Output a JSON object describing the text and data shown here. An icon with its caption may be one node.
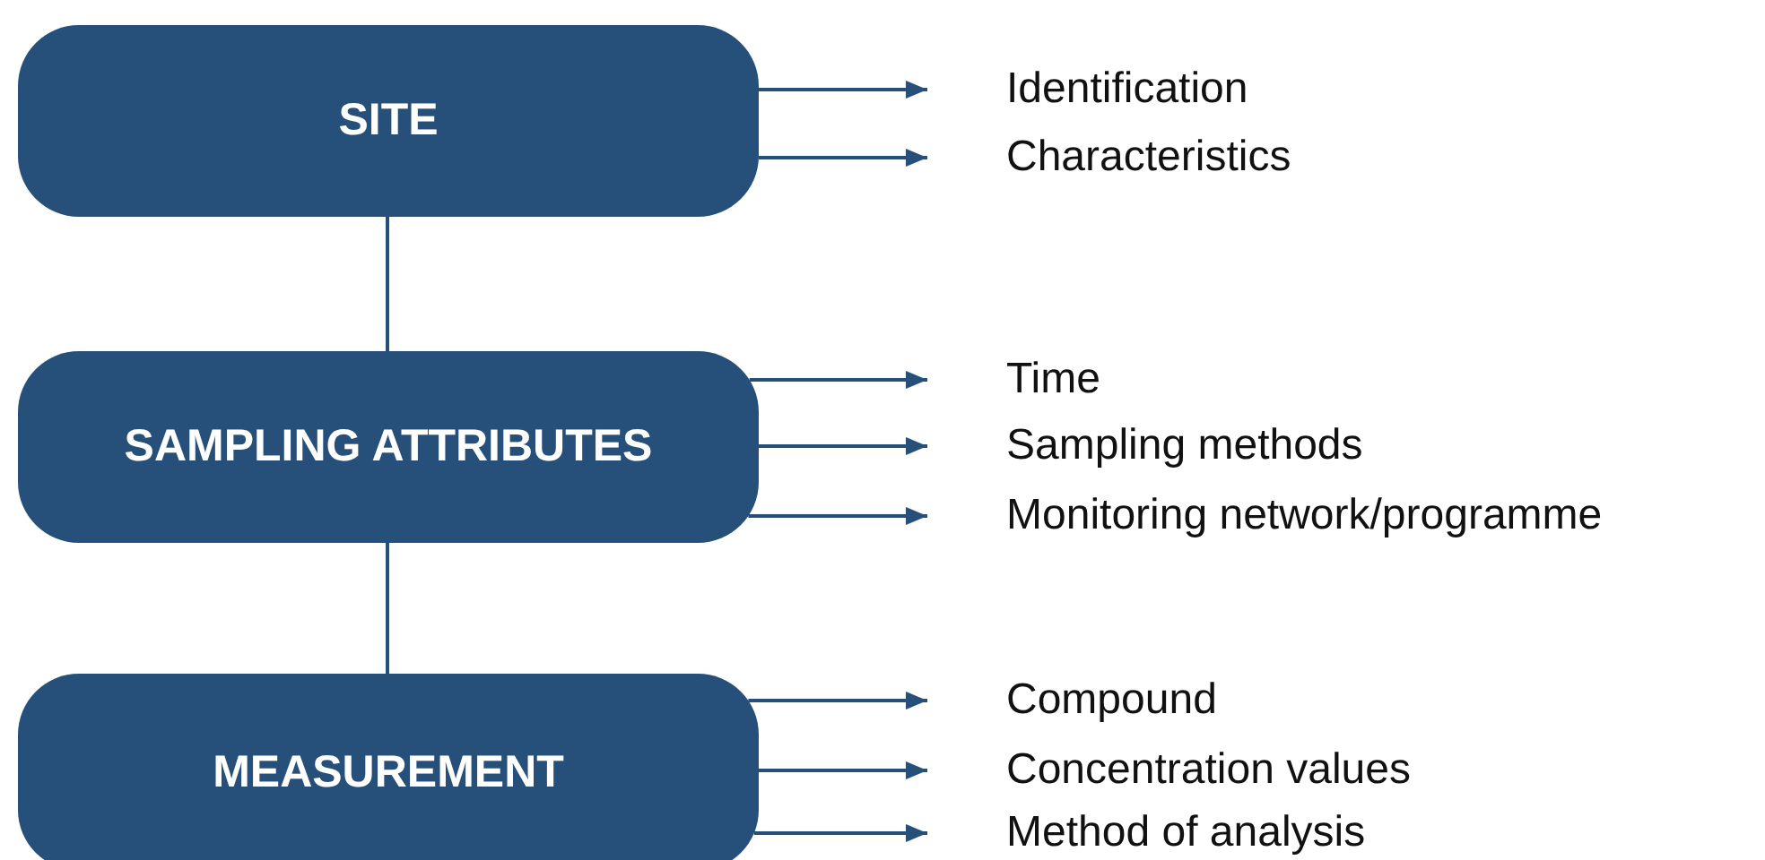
{
  "diagram": {
    "nodes": [
      {
        "text": [
          "SITE"
        ]
      },
      {
        "text": [
          "Identification"
        ]
      },
      {
        "text": [
          "Characteristics"
        ]
      },
      {
        "text": [
          "SAMPLING ATTRIBUTES"
        ]
      },
      {
        "text": [
          "Time"
        ]
      },
      {
        "text": [
          "Sampling methods"
        ]
      },
      {
        "text": [
          "Monitoring network/programme"
        ]
      },
      {
        "text": [
          "MEASUREMENT"
        ]
      },
      {
        "text": [
          "Compound"
        ]
      },
      {
        "text": [
          "Concentration values"
        ]
      },
      {
        "text": [
          "Method of analysis"
        ]
      }
    ],
    "edges": [
      {
        "from": 0,
        "to": 1,
        "arrow": "to"
      },
      {
        "from": 0,
        "to": 2,
        "arrow": "to"
      },
      {
        "from": 0,
        "to": 3,
        "arrow": "none"
      },
      {
        "from": 3,
        "to": 4,
        "arrow": "to"
      },
      {
        "from": 3,
        "to": 5,
        "arrow": "to"
      },
      {
        "from": 3,
        "to": 6,
        "arrow": "to"
      },
      {
        "from": 3,
        "to": 7,
        "arrow": "none"
      },
      {
        "from": 7,
        "to": 8,
        "arrow": "to"
      },
      {
        "from": 7,
        "to": 9,
        "arrow": "to"
      },
      {
        "from": 7,
        "to": 10,
        "arrow": "to"
      }
    ]
  }
}
